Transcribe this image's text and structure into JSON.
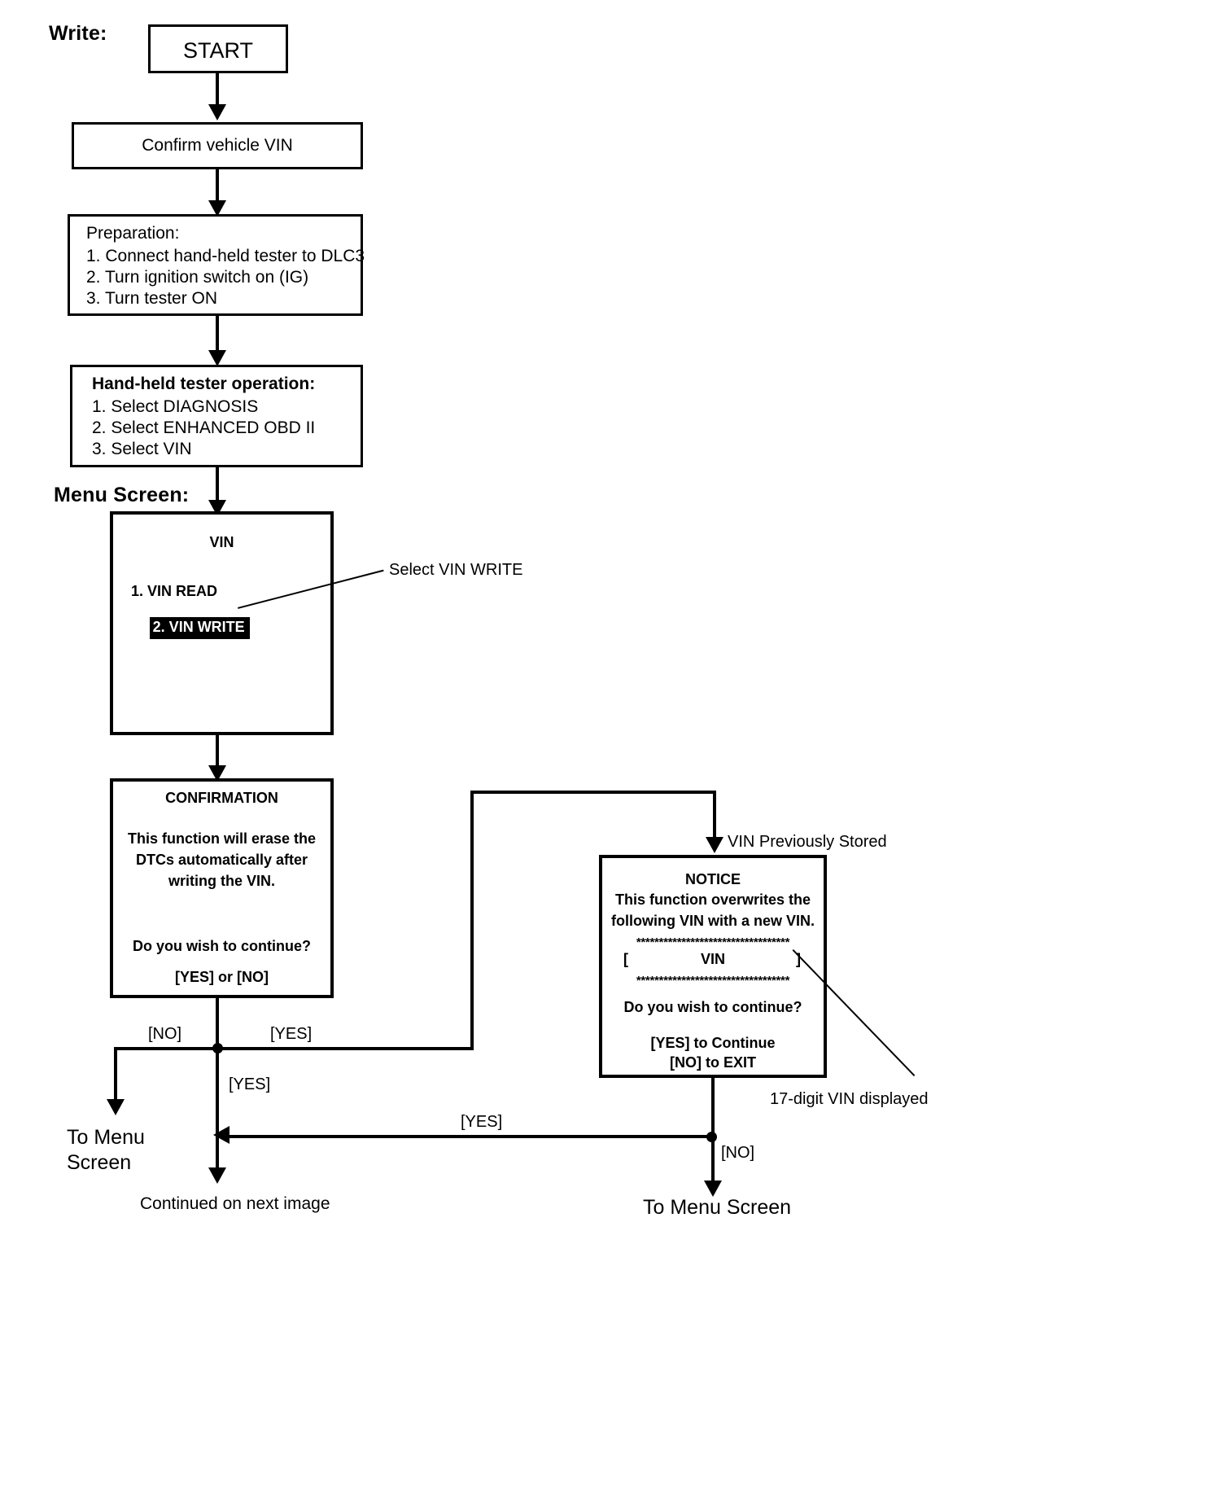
{
  "diagram": {
    "title_label": "Write:",
    "menu_screen_label": "Menu Screen:",
    "nodes": {
      "start": {
        "text": "START"
      },
      "confirm_vin": {
        "text": "Confirm vehicle VIN"
      },
      "preparation": {
        "heading": "Preparation:",
        "steps": [
          "1. Connect hand-held tester to DLC3",
          "2. Turn ignition switch on (IG)",
          "3. Turn tester ON"
        ]
      },
      "tester_operation": {
        "heading": "Hand-held tester operation:",
        "steps": [
          "1. Select DIAGNOSIS",
          "2. Select ENHANCED OBD II",
          "3. Select VIN"
        ]
      },
      "vin_menu": {
        "title": "VIN",
        "items": [
          {
            "label": "1. VIN READ",
            "selected": false
          },
          {
            "label": "2. VIN WRITE",
            "selected": true
          }
        ]
      },
      "confirmation": {
        "title": "CONFIRMATION",
        "lines": [
          "This function will erase the",
          "DTCs automatically after",
          "writing the VIN."
        ],
        "question": "Do you wish to continue?",
        "answers": "[YES] or [NO]"
      },
      "notice": {
        "title": "NOTICE",
        "lines": [
          "This function overwrites the",
          "following VIN with a new VIN."
        ],
        "separator": "**********************************",
        "vin_field_left": "[",
        "vin_field_value": "VIN",
        "vin_field_right": "]",
        "question": "Do you wish to continue?",
        "answer_yes": "[YES] to Continue",
        "answer_no": "[NO] to EXIT"
      }
    },
    "callouts": {
      "select_vin_write": "Select VIN WRITE",
      "vin_previously_stored": "VIN Previously Stored",
      "seventeen_digit": "17-digit VIN displayed"
    },
    "edge_labels": {
      "no_left": "[NO]",
      "yes_right": "[YES]",
      "yes_down": "[YES]",
      "yes_return": "[YES]",
      "no_bottom": "[NO]"
    },
    "terminals": {
      "to_menu_screen_left_line1": "To Menu",
      "to_menu_screen_left_line2": "Screen",
      "continued": "Continued on next image",
      "to_menu_screen_right": "To Menu Screen"
    }
  }
}
